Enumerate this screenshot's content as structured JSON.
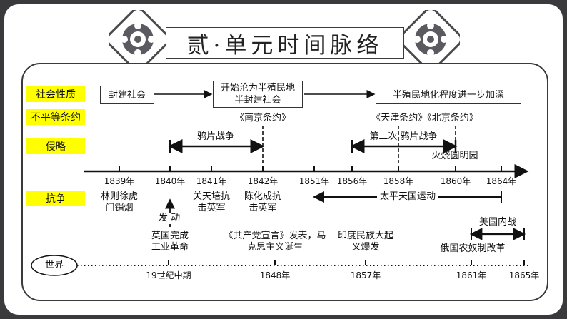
{
  "title": "贰·单元时间脉络",
  "categories": {
    "society": "社会性质",
    "treaty": "不平等条约",
    "invasion": "侵略",
    "struggle": "抗争"
  },
  "society_boxes": [
    "封建社会",
    "开始沦为半殖民地半封建社会",
    "半殖民地化程度进一步加深"
  ],
  "treaties": {
    "nanjing": "《南京条约》",
    "tianjin_beijing": "《天津条约》《北京条约》"
  },
  "invasion": {
    "opium_war": "鸦片战争",
    "second_opium_war": "第二次 鸦片战争",
    "burn_yuanmingyuan": "火烧圆明园"
  },
  "years": [
    "1839年",
    "1840年",
    "1841年",
    "1842年",
    "1851年",
    "1856年",
    "1858年",
    "1860年",
    "1864年"
  ],
  "struggle": {
    "linzexu": "林则徐虎门销烟",
    "guantianpei": "关天培抗击英军",
    "chenhuacheng": "陈化成抗击英军",
    "taiping": "太平天国运动",
    "trigger": "发 动"
  },
  "world": {
    "label": "世界",
    "events": {
      "industrial": "英国完成工业革命",
      "manifesto": "《共产党宣言》发表，马克思主义诞生",
      "india": "印度民族大起义爆发",
      "russia": "俄国农奴制改革",
      "us_civil_war": "美国内战"
    },
    "times": [
      "19世纪中期",
      "1848年",
      "1857年",
      "1861年",
      "1865年"
    ]
  },
  "colors": {
    "accent": "#ffff00",
    "ink": "#111111",
    "background": "#3a3a3d"
  }
}
